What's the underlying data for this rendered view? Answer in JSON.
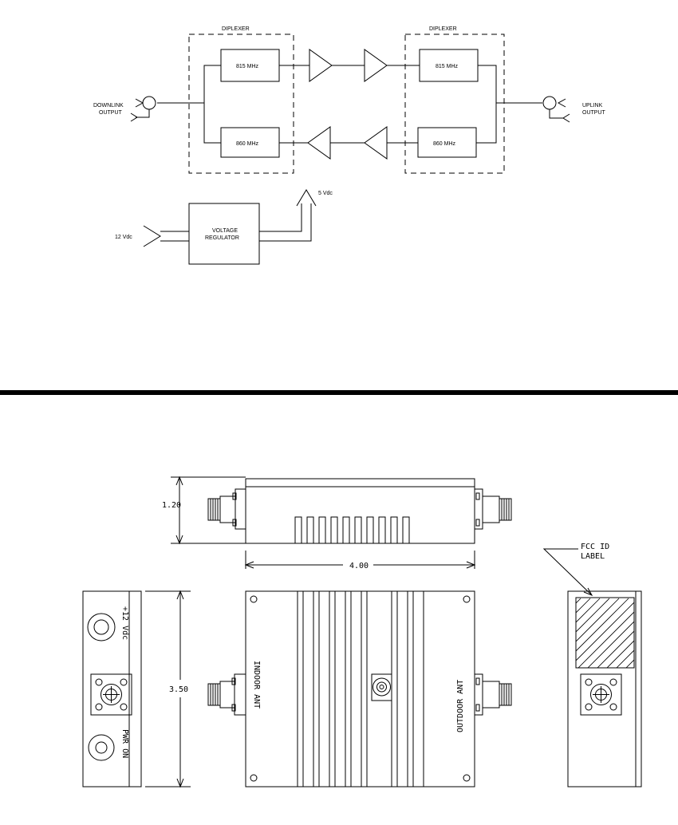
{
  "block_diagram": {
    "diplexer_left_label": "DIPLEXER",
    "diplexer_right_label": "DIPLEXER",
    "filter_upper_left": "815 MHz",
    "filter_lower_left": "860 MHz",
    "filter_upper_right": "815 MHz",
    "filter_lower_right": "860 MHz",
    "downlink_line1": "DOWNLINK",
    "downlink_line2": "OUTPUT",
    "uplink_line1": "UPLINK",
    "uplink_line2": "OUTPUT",
    "regulator_line1": "VOLTAGE",
    "regulator_line2": "REGULATOR",
    "input_voltage": "12 Vdc",
    "output_voltage": "5 Vdc"
  },
  "mechanical": {
    "height_dim": "1.20",
    "width_dim": "4.00",
    "depth_dim": "3.50",
    "power_label": "+12 Vdc",
    "power_on_label": "PWR ON",
    "indoor_label": "INDOOR ANT",
    "outdoor_label": "OUTDOOR ANT",
    "fcc_line1": "FCC ID",
    "fcc_line2": "LABEL"
  }
}
